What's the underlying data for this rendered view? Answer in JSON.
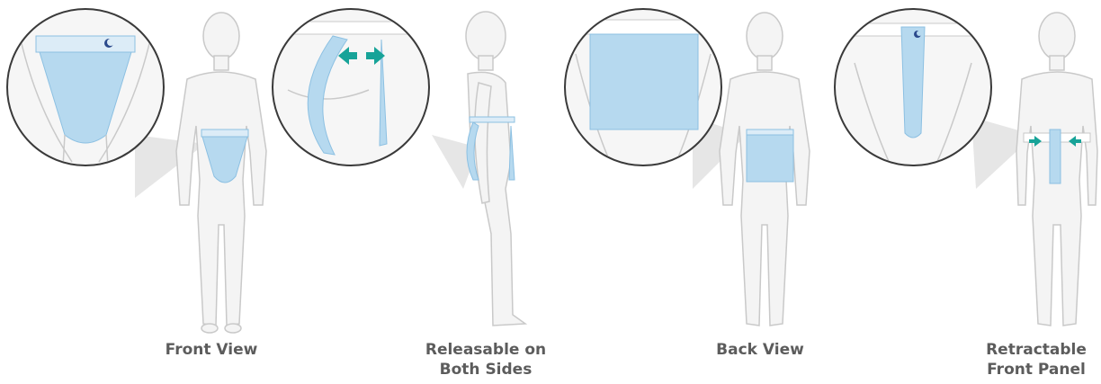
{
  "views": [
    {
      "caption_lines": [
        "Front View"
      ]
    },
    {
      "caption_lines": [
        "Releasable on",
        "Both Sides"
      ]
    },
    {
      "caption_lines": [
        "Back View"
      ]
    },
    {
      "caption_lines": [
        "Retractable",
        "Front Panel"
      ]
    }
  ],
  "colors": {
    "garment_fill": "#b6d9ef",
    "garment_edge": "#8cc0e2",
    "body_fill": "#f4f4f4",
    "body_stroke": "#c9c9c9",
    "arrow": "#17a398",
    "caption": "#5c5c5c",
    "magnifier_wedge": "#e6e6e6"
  }
}
